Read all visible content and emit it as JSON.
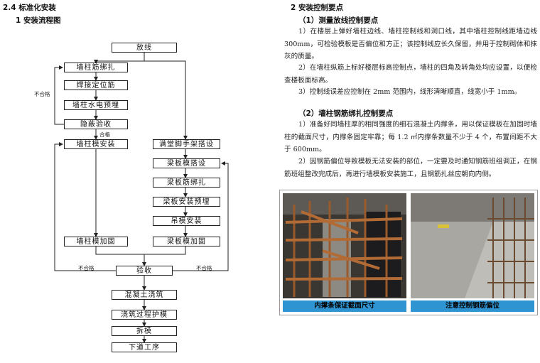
{
  "left": {
    "section_heading": "2.4 标准化安装",
    "sub_heading": "1 安装流程图",
    "flow": {
      "fangxian": "放线",
      "qzjbz": "墙柱筋绑扎",
      "hjdwj": "焊接定位筋",
      "qzsdyl": "墙柱水电预埋",
      "yinbiyanshou": "隐蔽验收",
      "qzmaz": "墙柱模安装",
      "mtjsjdas": "满堂脚手架搭设",
      "lbmds": "梁板模搭设",
      "lbjbz": "梁板筋绑扎",
      "lbazyl": "梁板安装预埋",
      "dmaz": "吊模安装",
      "qzmjg": "墙柱模加固",
      "lbmjg": "梁板模加固",
      "yanshou": "验收",
      "hntjz": "混凝土浇筑",
      "jzghm": "浇筑过程护模",
      "chaimo": "拆模",
      "xdgx": "下道工序",
      "buhege": "不合格",
      "hege": "合格"
    }
  },
  "right": {
    "heading": "2 安装控制要点",
    "s1_title": "（1）测量放线控制要点",
    "s1_p1": "1）在楼层上弹好墙柱边线、墙柱控制线和洞口线，其中墙柱控制线距墙边线 300mm，可检验模板是否偏位和方正；该控制线应长久保留，并用于控制砌体和抹灰的质量。",
    "s1_p2": "2）在墙柱纵筋上标好楼层标高控制点，墙柱的四角及转角处均应设置，以便检查楼板面标高。",
    "s1_p3": "3）控制线误差应控制在 2mm 范围内，线形清晰顺直，线宽小于 1mm。",
    "s2_title": "（2）墙柱钢筋绑扎控制要点",
    "s2_p1": "1）准备好同墙柱厚的相同强度的细石混凝土内撑条，用以保证模板在加固时墙柱的截面尺寸，内撑条固定牢靠；每 1.2 ㎡内撑条数量不少于 4 个，布置间距不大于 600mm。",
    "s2_p2": "2）因钢筋偏位导致模板无法安装的部位，一定要及时通知钢筋班组调正，在钢筋班组整改完成后，再进行墙模板安装施工，且钢筋扎丝应朝向内侧。",
    "cap1": "内撑条保证截面尺寸",
    "cap2": "注意控制钢筋偏位"
  }
}
